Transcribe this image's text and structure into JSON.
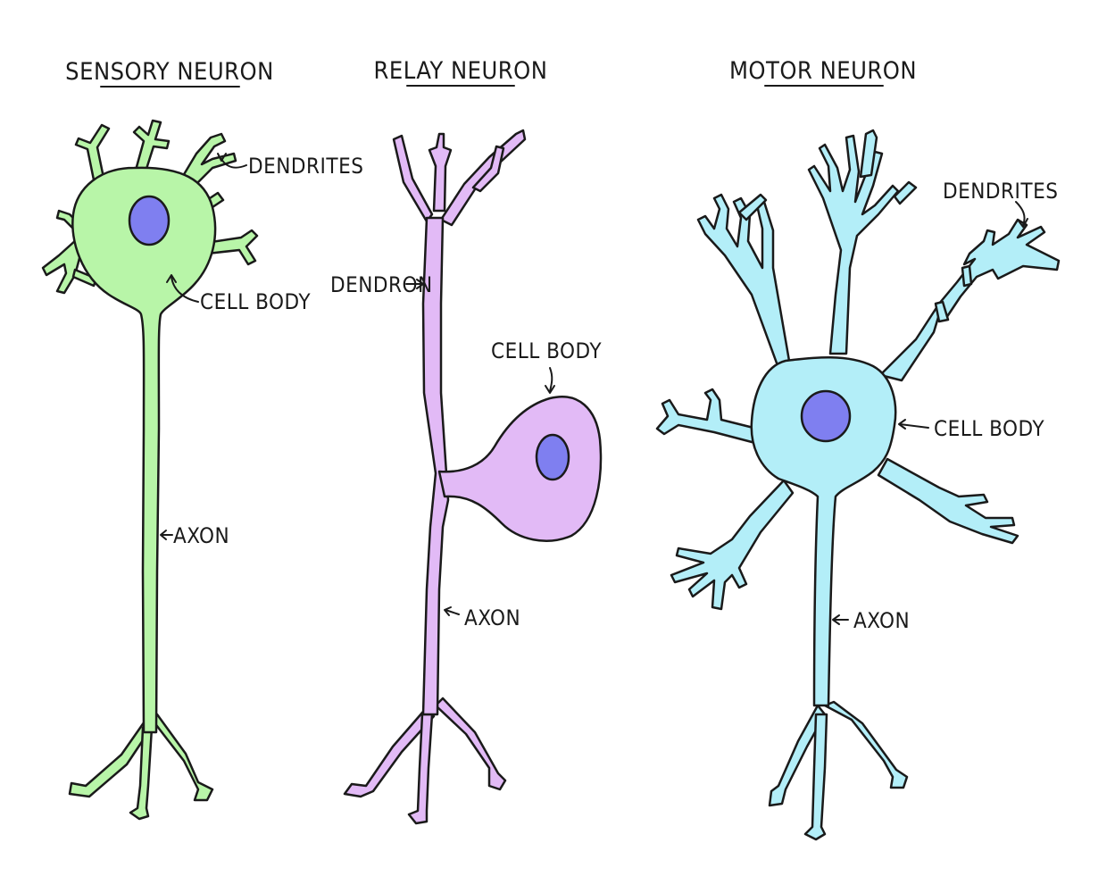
{
  "colors": {
    "sensory": "#b8f5a8",
    "relay": "#e2baf6",
    "motor": "#b3eef8",
    "nucleus": "#7f7ff0",
    "outline": "#1a1a1a",
    "background": "#ffffff"
  },
  "neurons": {
    "sensory": {
      "title": "SENSORY NEURON",
      "labels": {
        "dendrites": "DENDRITES",
        "cell_body": "CELL BODY",
        "axon": "AXON"
      }
    },
    "relay": {
      "title": "RELAY NEURON",
      "labels": {
        "dendron": "DENDRON",
        "cell_body": "CELL BODY",
        "axon": "AXON"
      }
    },
    "motor": {
      "title": "MOTOR NEURON",
      "labels": {
        "dendrites": "DENDRITES",
        "cell_body": "CELL BODY",
        "axon": "AXON"
      }
    }
  }
}
